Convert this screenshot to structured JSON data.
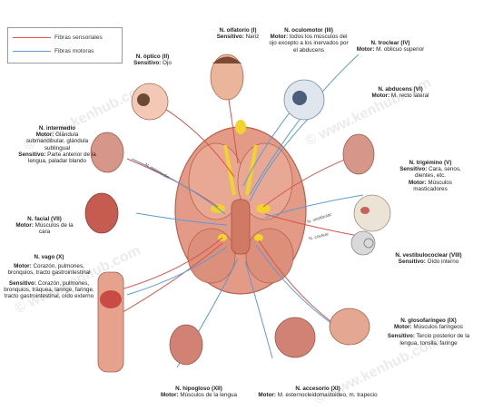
{
  "legend": {
    "sensory": {
      "label": "Fibras sensoriales",
      "color": "#d9534f"
    },
    "motor": {
      "label": "Fibras motoras",
      "color": "#5b9bd5"
    }
  },
  "watermark": "© www.kenhub.com",
  "path_labels": {
    "intermedio": "N. intermedio",
    "vestibular": "N. vestibular",
    "coclear": "N. coclear"
  },
  "nerves": {
    "olfatorio": {
      "name": "N. olfatorio (I)",
      "desc_key": "Sensitivo:",
      "desc_val": "Nariz"
    },
    "optico": {
      "name": "N. óptico (II)",
      "desc_key": "Sensitivo:",
      "desc_val": "Ojo"
    },
    "oculomotor": {
      "name": "N. oculomotor (III)",
      "desc_key": "Motor:",
      "desc_val": "todos los músculos del ojo excepto a los inervados por el abducens"
    },
    "troclear": {
      "name": "N. troclear (IV)",
      "desc_key": "Motor:",
      "desc_val": "M. oblicuo superior"
    },
    "abducens": {
      "name": "N. abducens (VI)",
      "desc_key": "Motor:",
      "desc_val": "M. recto lateral"
    },
    "intermedio": {
      "name": "N. intermedio",
      "motor_key": "Motor:",
      "motor_val": "Glándula submandibular, glándula sublingual",
      "sens_key": "Sensitivo:",
      "sens_val": "Parte anterior de la lengua, paladar blando"
    },
    "trigemino": {
      "name": "N. trigémino (V)",
      "sens_key": "Sensitivo:",
      "sens_val": "Cara, senos, dientes, etc.",
      "motor_key": "Motor:",
      "motor_val": "Músculos masticadores"
    },
    "facial": {
      "name": "N. facial (VII)",
      "desc_key": "Motor:",
      "desc_val": "Músculos de la cara"
    },
    "vestibulococlear": {
      "name": "N. vestibulococlear (VIII)",
      "desc_key": "Sensitivo:",
      "desc_val": "Oído interno"
    },
    "vago": {
      "name": "N. vago (X)",
      "motor_key": "Motor:",
      "motor_val": "Corazón, pulmones, bronquios, tracto gastrointestinal",
      "sens_key": "Sensitivo:",
      "sens_val": "Corazón, pulmones, bronquios, tráquea, laringe, faringe, tracto gastrointestinal, oído externo"
    },
    "glosofaringeo": {
      "name": "N. glosofaríngeo (IX)",
      "motor_key": "Motor:",
      "motor_val": "Músculos faríngeos",
      "sens_key": "Sensitivo:",
      "sens_val": "Tercio posterior de la lengua, tonsila, faringe"
    },
    "hipogloso": {
      "name": "N. hipogloso (XII)",
      "desc_key": "Motor:",
      "desc_val": "Músculos de la lengua"
    },
    "accesorio": {
      "name": "N. accesorio (XI)",
      "desc_key": "Motor:",
      "desc_val": "M. esternocleidomastoideo, m. trapecio"
    }
  }
}
